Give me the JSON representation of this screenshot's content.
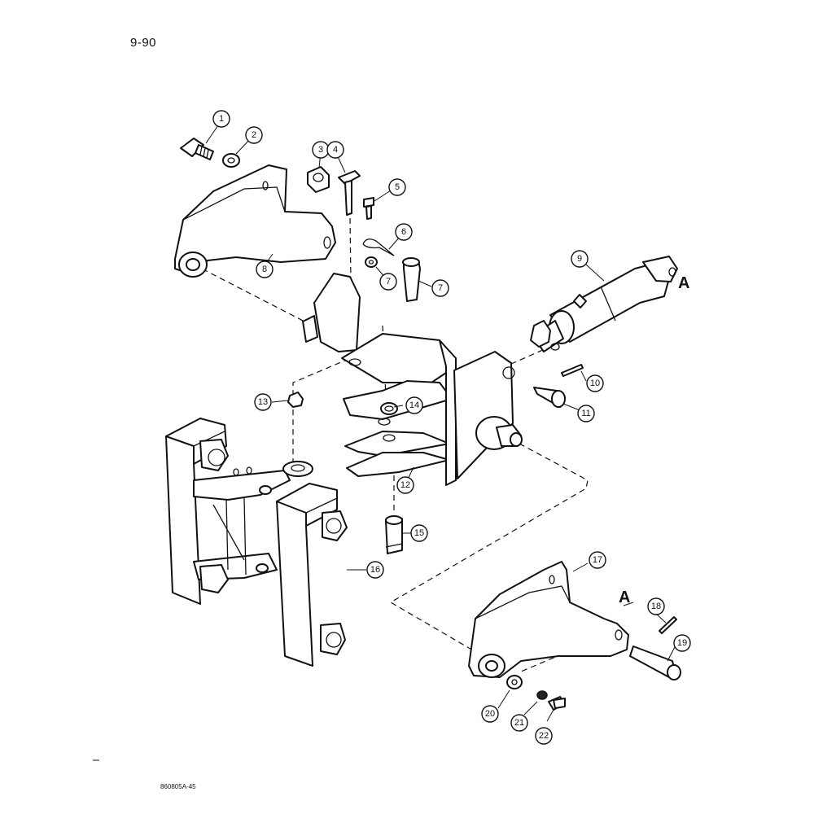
{
  "page_number": "9-90",
  "figure_code": "860805A-45",
  "reference_marks": {
    "left": "A",
    "right": "A"
  },
  "callouts": [
    "1",
    "2",
    "3",
    "4",
    "5",
    "6",
    "7",
    "7",
    "8",
    "9",
    "10",
    "11",
    "12",
    "13",
    "14",
    "15",
    "16",
    "17",
    "18",
    "19",
    "20",
    "21",
    "22"
  ],
  "colors": {
    "line": "#111111",
    "background": "#ffffff"
  }
}
